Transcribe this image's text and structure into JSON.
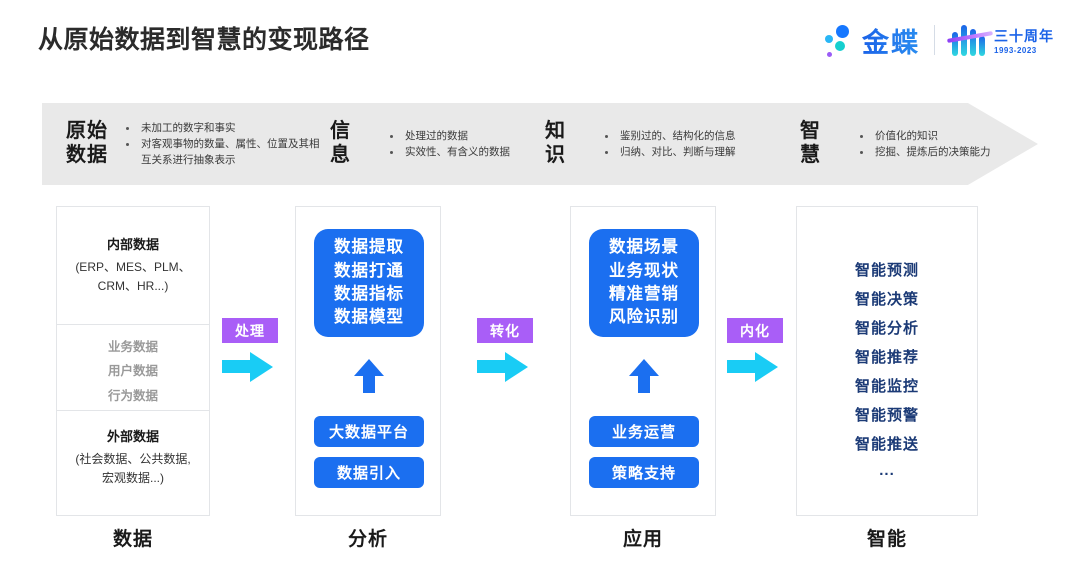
{
  "header": {
    "title": "从原始数据到智慧的变现路径",
    "logo": {
      "brand": "金蝶",
      "anniversary_cn": "三十周年",
      "anniversary_years": "1993-2023"
    }
  },
  "banner": {
    "stages": [
      {
        "name": "原始\n数据",
        "points": [
          "未加工的数字和事实",
          "对客观事物的数量、属性、位置及其相互关系进行抽象表示"
        ]
      },
      {
        "name": "信\n息",
        "points": [
          "处理过的数据",
          "实效性、有含义的数据"
        ]
      },
      {
        "name": "知\n识",
        "points": [
          "鉴别过的、结构化的信息",
          "归纳、对比、判断与理解"
        ]
      },
      {
        "name": "智\n慧",
        "points": [
          "价值化的知识",
          "挖掘、提炼后的决策能力"
        ]
      }
    ]
  },
  "columns": {
    "data": {
      "footer_label": "数据",
      "internal_title": "内部数据",
      "internal_sub": "(ERP、MES、PLM、\nCRM、HR...)",
      "middle_items": [
        "业务数据",
        "用户数据",
        "行为数据"
      ],
      "external_title": "外部数据",
      "external_sub": "(社会数据、公共数据,\n宏观数据...)"
    },
    "analysis": {
      "footer_label": "分析",
      "main_box": "数据提取\n数据打通\n数据指标\n数据模型",
      "pills": [
        "大数据平台",
        "数据引入"
      ]
    },
    "application": {
      "footer_label": "应用",
      "main_box": "数据场景\n业务现状\n精准营销\n风险识别",
      "pills": [
        "业务运营",
        "策略支持"
      ]
    },
    "intelligence": {
      "footer_label": "智能",
      "items": [
        "智能预测",
        "智能决策",
        "智能分析",
        "智能推荐",
        "智能监控",
        "智能预警",
        "智能推送",
        "..."
      ]
    }
  },
  "connectors": [
    {
      "label": "处理"
    },
    {
      "label": "转化"
    },
    {
      "label": "内化"
    }
  ],
  "colors": {
    "blue": "#1b6ff0",
    "purple": "#a95ef7",
    "cyan": "#19ccf5",
    "navy": "#1b3a76",
    "banner_gray": "#e9e9e9"
  }
}
